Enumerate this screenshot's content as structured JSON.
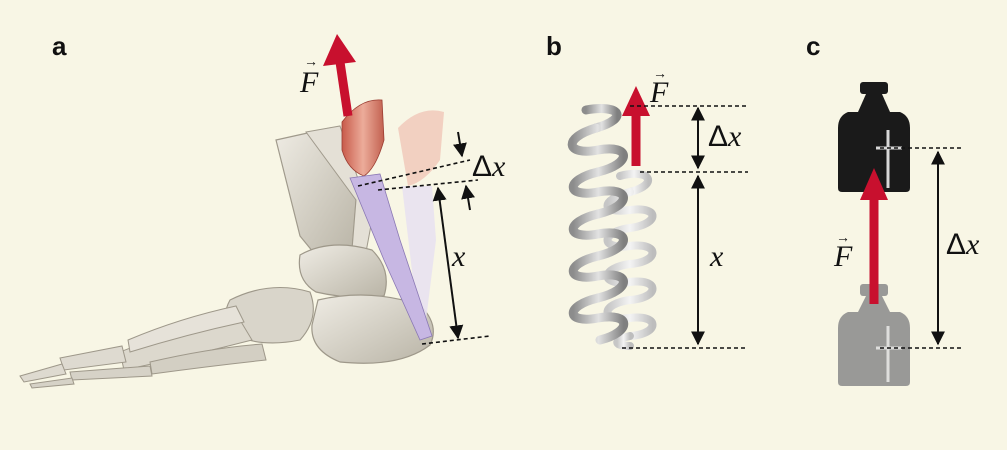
{
  "panels": {
    "a": {
      "label": "a",
      "force_label": "F",
      "delta_label": "Δ",
      "delta_var": "x",
      "length_label": "x"
    },
    "b": {
      "label": "b",
      "force_label": "F",
      "delta_label": "Δ",
      "delta_var": "x",
      "length_label": "x"
    },
    "c": {
      "label": "c",
      "force_label": "F",
      "delta_label": "Δ",
      "delta_var": "x"
    }
  },
  "colors": {
    "background": "#f8f6e5",
    "force_arrow": "#c8102e",
    "bone": "#d8d3c6",
    "muscle": "#d97f6e",
    "tendon": "#b7a6d8",
    "spring": "#a7a7a7",
    "weight_dark": "#1a1a1a",
    "weight_light": "#8f8f8f"
  }
}
